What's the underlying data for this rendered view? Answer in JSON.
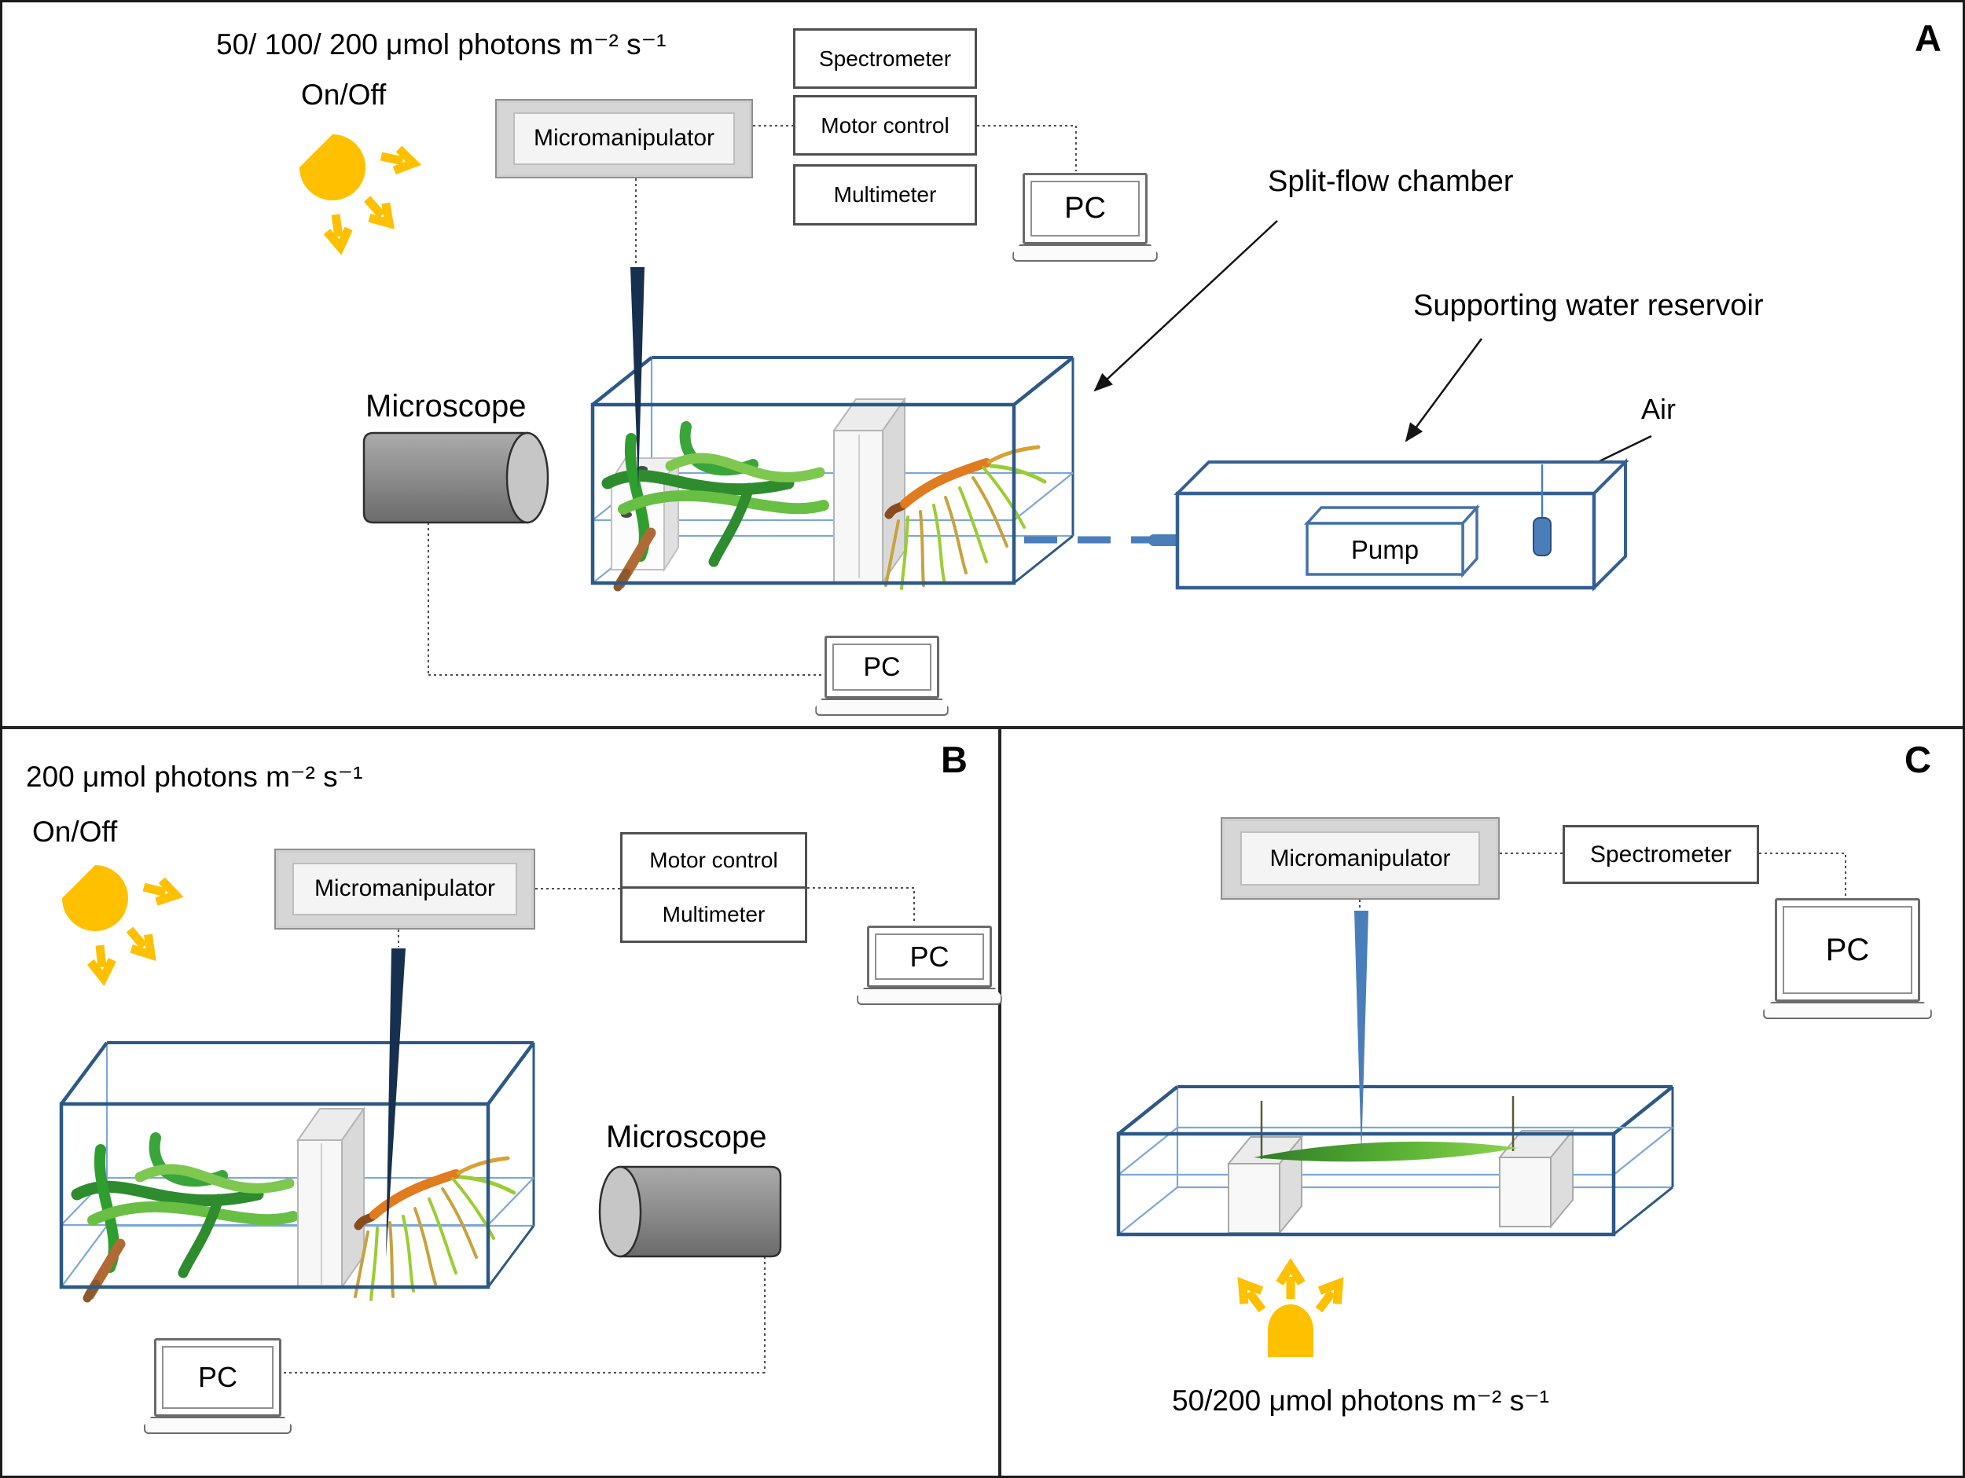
{
  "panels": {
    "a": {
      "tag": "A",
      "irradiance": "50/ 100/ 200 μmol photons m⁻² s⁻¹",
      "on_off": "On/Off",
      "micromanipulator": "Micromanipulator",
      "spectrometer": "Spectrometer",
      "motor_control": "Motor control",
      "multimeter": "Multimeter",
      "pc_top": "PC",
      "pc_bottom": "PC",
      "microscope": "Microscope",
      "chamber_label": "Split-flow chamber",
      "reservoir_label": "Supporting water reservoir",
      "air_label": "Air",
      "pump": "Pump"
    },
    "b": {
      "tag": "B",
      "irradiance": "200 μmol photons m⁻² s⁻¹",
      "on_off": "On/Off",
      "micromanipulator": "Micromanipulator",
      "motor_control": "Motor control",
      "multimeter": "Multimeter",
      "pc_right": "PC",
      "pc_left": "PC",
      "microscope": "Microscope"
    },
    "c": {
      "tag": "C",
      "micromanipulator": "Micromanipulator",
      "spectrometer": "Spectrometer",
      "pc": "PC",
      "irradiance": "50/200 μmol photons m⁻² s⁻¹"
    }
  },
  "colors": {
    "chamber_blue": "#2d5986",
    "chamber_light_blue": "#7da7d9",
    "reservoir_blue": "#366092",
    "lamp_yellow": "#ffc000",
    "needle_navy": "#17304f",
    "needle_blue": "#4a7ebb",
    "algae_green": "#2e8b2e",
    "algae_light_green": "#7ec850",
    "branch_orange": "#e07b20"
  }
}
